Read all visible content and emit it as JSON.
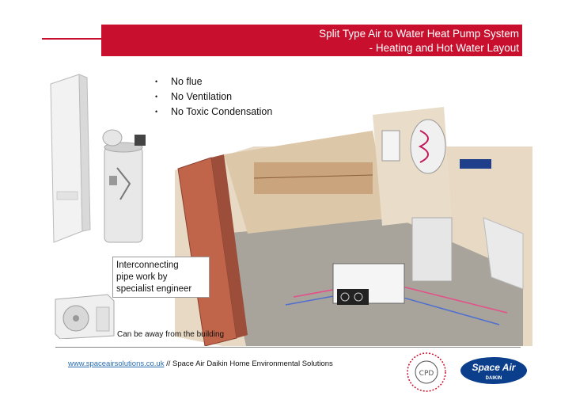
{
  "header": {
    "title_line1": "Split Type Air to Water Heat Pump System",
    "title_line2": "- Heating and Hot Water Layout"
  },
  "bullets": [
    "No flue",
    "No Ventilation",
    "No Toxic Condensation"
  ],
  "diagram": {
    "label_lines": [
      "Interconnecting",
      "pipe work by",
      "specialist engineer"
    ],
    "note": "Can be away from the building"
  },
  "footer": {
    "link": "www.spaceairsolutions.co.uk",
    "text": " // Space Air Daikin Home Environmental Solutions"
  },
  "logos": {
    "seal_text": "CPD",
    "brand_name": "Space Air",
    "brand_sub": "DAIKIN"
  },
  "colors": {
    "accent": "#c8102e",
    "link": "#2a6db0",
    "logo_bg": "#0b3f8c"
  }
}
